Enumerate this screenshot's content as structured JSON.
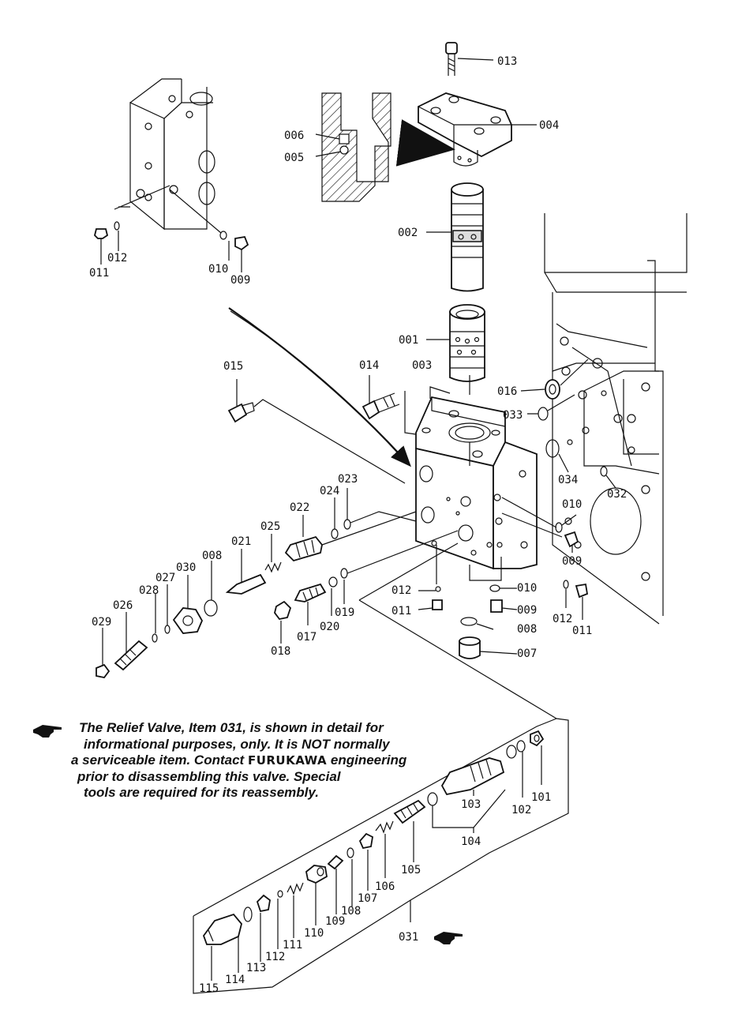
{
  "note": {
    "line1": "The Relief Valve, Item 031, is shown in detail for",
    "line2": "informational purposes, only. It is NOT normally",
    "line3_a": "a serviceable item. Contact",
    "brand": "FURUKAWA",
    "line3_b": "engineering",
    "line4": "prior to disassembling this valve.  Special",
    "line5": "tools are required for its reassembly."
  },
  "callouts": {
    "c001": "001",
    "c002": "002",
    "c003": "003",
    "c004": "004",
    "c005": "005",
    "c006": "006",
    "c007": "007",
    "c008a": "008",
    "c008b": "008",
    "c009a": "009",
    "c009b": "009",
    "c009c": "009",
    "c010a": "010",
    "c010b": "010",
    "c010c": "010",
    "c011a": "011",
    "c011b": "011",
    "c011c": "011",
    "c012a": "012",
    "c012b": "012",
    "c012c": "012",
    "c013": "013",
    "c014": "014",
    "c015": "015",
    "c016": "016",
    "c017": "017",
    "c018": "018",
    "c019": "019",
    "c020": "020",
    "c021": "021",
    "c022": "022",
    "c023": "023",
    "c024": "024",
    "c025": "025",
    "c026": "026",
    "c027": "027",
    "c028": "028",
    "c029": "029",
    "c030": "030",
    "c031": "031",
    "c032": "032",
    "c033": "033",
    "c034": "034",
    "c101": "101",
    "c102": "102",
    "c103": "103",
    "c104": "104",
    "c105": "105",
    "c106": "106",
    "c107": "107",
    "c108": "108",
    "c109": "109",
    "c110": "110",
    "c111": "111",
    "c112": "112",
    "c113": "113",
    "c114": "114",
    "c115": "115"
  },
  "icons": {
    "pointer": "pointing-hand-icon"
  }
}
